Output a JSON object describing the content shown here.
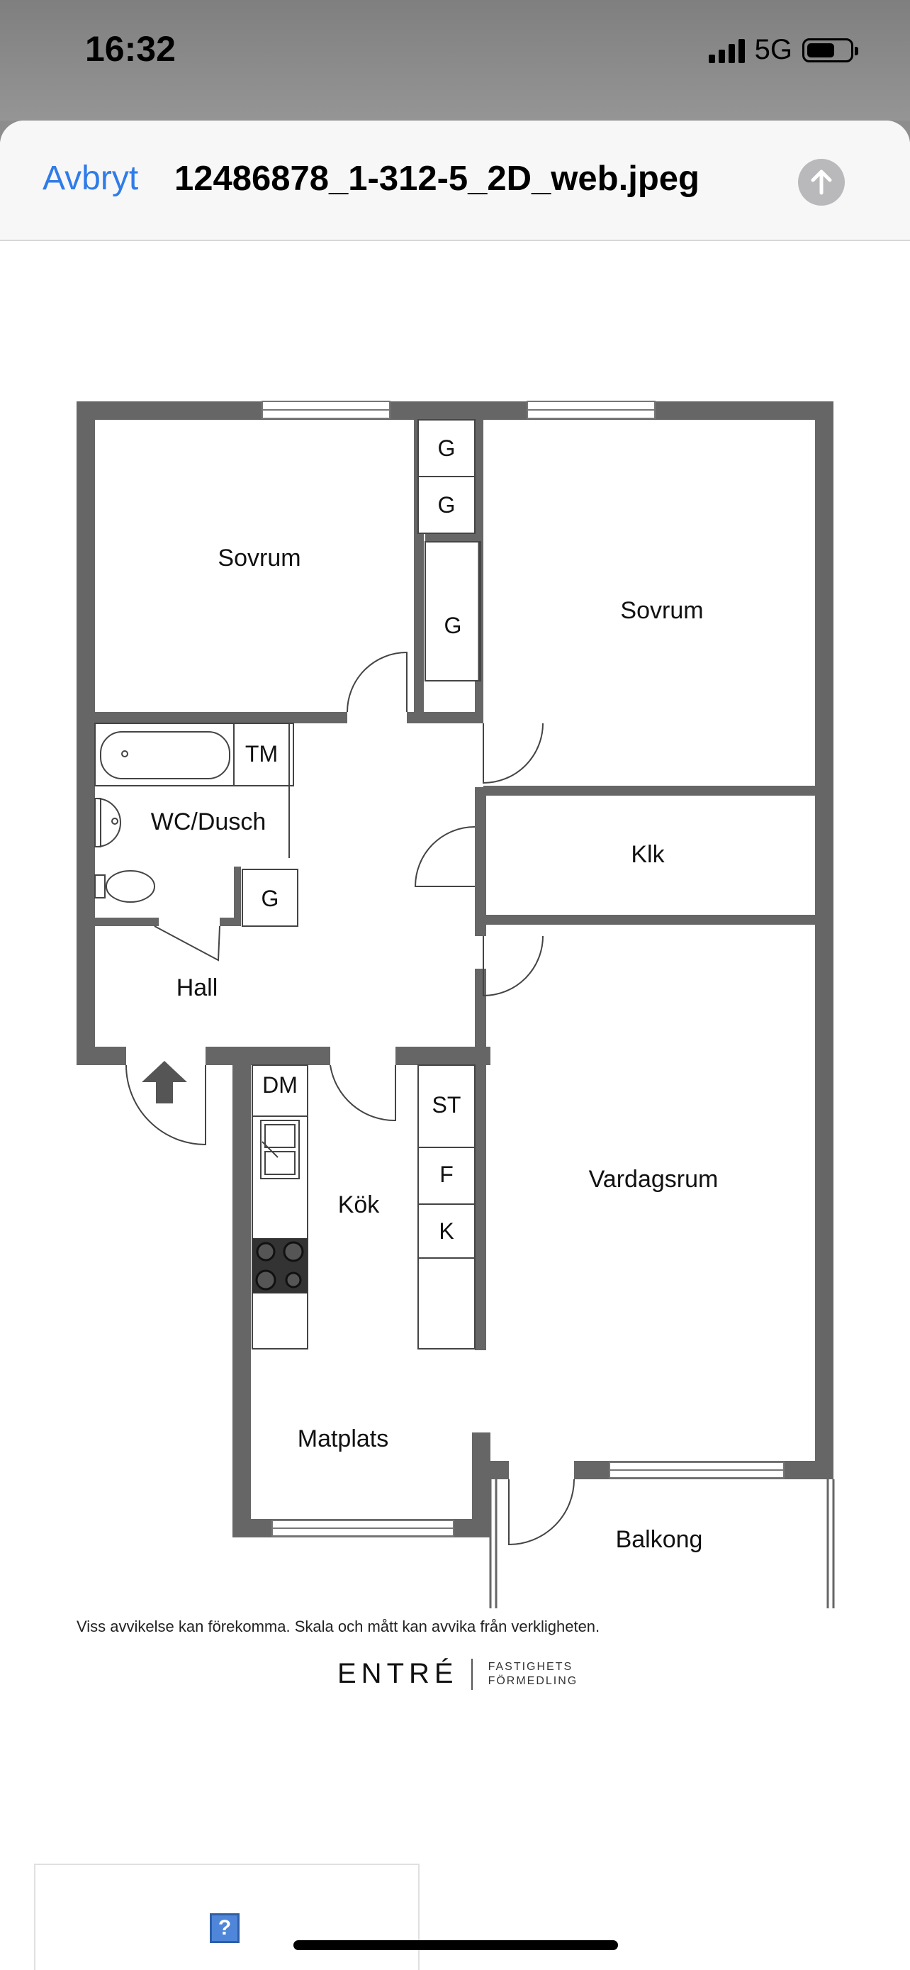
{
  "status_bar": {
    "time": "16:32",
    "network": "5G",
    "icons": [
      "signal-icon",
      "battery-icon"
    ]
  },
  "nav": {
    "cancel_label": "Avbryt",
    "title": "12486878_1-312-5_2D_web.jpeg",
    "share_icon": "arrow-up-icon"
  },
  "floorplan": {
    "rooms": {
      "bedroom_left": "Sovrum",
      "bedroom_right": "Sovrum",
      "bathroom": "WC/Dusch",
      "closet": "Klk",
      "hall": "Hall",
      "kitchen": "Kök",
      "living_room": "Vardagsrum",
      "dining": "Matplats",
      "balcony": "Balkong"
    },
    "fixtures": {
      "wardrobe_1": "G",
      "wardrobe_2": "G",
      "wardrobe_3": "G",
      "wardrobe_hall": "G",
      "washing_machine": "TM",
      "dishwasher": "DM",
      "storage": "ST",
      "freezer": "F",
      "fridge": "K"
    },
    "icons": [
      "entrance-arrow-icon",
      "bathtub-icon",
      "sink-icon",
      "toilet-icon",
      "kitchen-sink-icon",
      "stove-icon"
    ],
    "wall_color": "#666666"
  },
  "disclaimer": "Viss avvikelse kan förekomma. Skala och mått kan avvika från verkligheten.",
  "brand": {
    "name": "ENTRÉ",
    "sub_line1": "FASTIGHETS",
    "sub_line2": "FÖRMEDLING"
  },
  "placeholder": {
    "icon": "broken-image-icon",
    "glyph": "?"
  }
}
